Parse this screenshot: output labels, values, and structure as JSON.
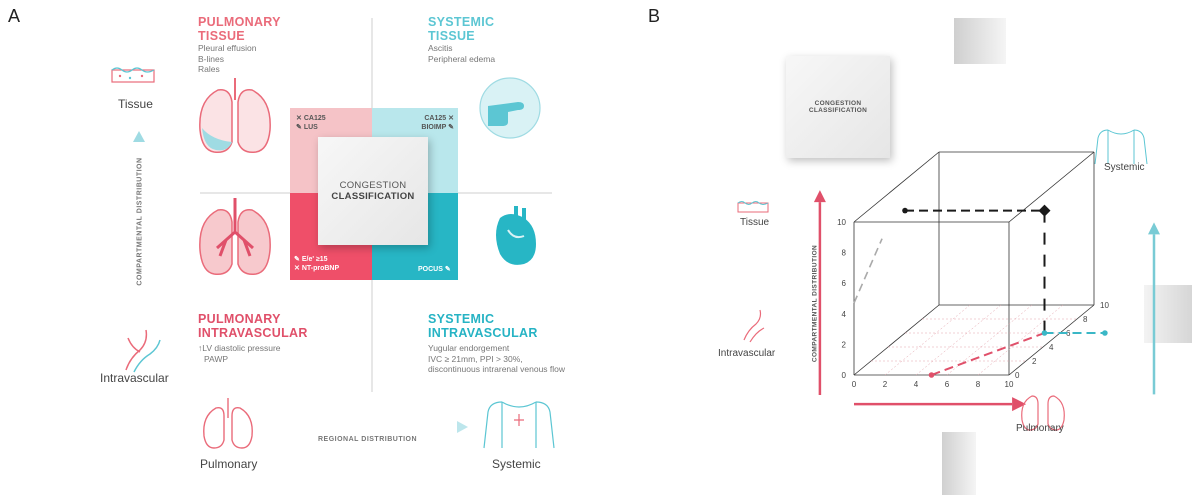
{
  "panel_a": {
    "letter": "A",
    "q_pulm_tissue": {
      "title1": "PULMONARY",
      "title2": "TISSUE",
      "items": [
        "Pleural effusion",
        "B-lines",
        "Rales"
      ]
    },
    "q_sys_tissue": {
      "title1": "SYSTEMIC",
      "title2": "TISSUE",
      "items": [
        "Ascitis",
        "Peripheral edema"
      ]
    },
    "q_pulm_iv": {
      "title1": "PULMONARY",
      "title2": "INTRAVASCULAR",
      "items": [
        "LV diastolic pressure",
        "PAWP"
      ]
    },
    "q_sys_iv": {
      "title1": "SYSTEMIC",
      "title2": "INTRAVASCULAR",
      "items": [
        "Yugular endorgement",
        "IVC ≥ 21mm, PPI > 30%,",
        "discontinuous intrarenal venous flow"
      ]
    },
    "center": {
      "line1": "CONGESTION",
      "line2": "CLASSIFICATION"
    },
    "markers": {
      "tl1": "CA125",
      "tl2": "LUS",
      "tr1": "CA125",
      "tr2": "BIOIMP",
      "bl1": "E/e' ≥15",
      "bl2": "NT-proBNP",
      "br": "POCUS"
    },
    "tissue_label": "Tissue",
    "intravascular_label": "Intravascular",
    "compartmental_label": "COMPARTMENTAL DISTRIBUTION",
    "pulmonary_label": "Pulmonary",
    "systemic_label": "Systemic",
    "regional_label": "REGIONAL DISTRIBUTION"
  },
  "panel_b": {
    "letter": "B",
    "card_line1": "CONGESTION",
    "card_line2": "CLASSIFICATION",
    "tissue_label": "Tissue",
    "intravascular_label": "Intravascular",
    "compartmental_label": "COMPARTMENTAL DISTRIBUTION",
    "pulmonary_label": "Pulmonary",
    "systemic_label": "Systemic",
    "colors": {
      "pink": "#e0506a",
      "teal": "#3ab7c6",
      "black": "#1a1a1a"
    }
  },
  "chart_data": {
    "type": "scatter3d",
    "axes": {
      "vertical": {
        "ticks": [
          "0",
          "2",
          "4",
          "6",
          "8",
          "10"
        ],
        "range": [
          0,
          10
        ]
      },
      "front": {
        "ticks": [
          "0",
          "2",
          "4",
          "6",
          "8",
          "10"
        ],
        "range": [
          0,
          10
        ]
      },
      "depth": {
        "ticks": [
          "0",
          "2",
          "4",
          "6",
          "8",
          "10"
        ],
        "range": [
          0,
          10
        ]
      }
    },
    "points": [
      {
        "pulmonary": 9,
        "systemic": 6,
        "compartmental": 8,
        "color": "#1a1a1a"
      },
      {
        "pulmonary": 9,
        "systemic": 6,
        "compartmental": 0,
        "color": "#3ab7c6"
      },
      {
        "pulmonary": 5,
        "systemic": 0,
        "compartmental": 0,
        "color": "#e0506a"
      },
      {
        "pulmonary": 9,
        "systemic": 6,
        "compartmental": 0,
        "color": "#3ab7c6",
        "note": "teal marker on depth"
      }
    ]
  }
}
